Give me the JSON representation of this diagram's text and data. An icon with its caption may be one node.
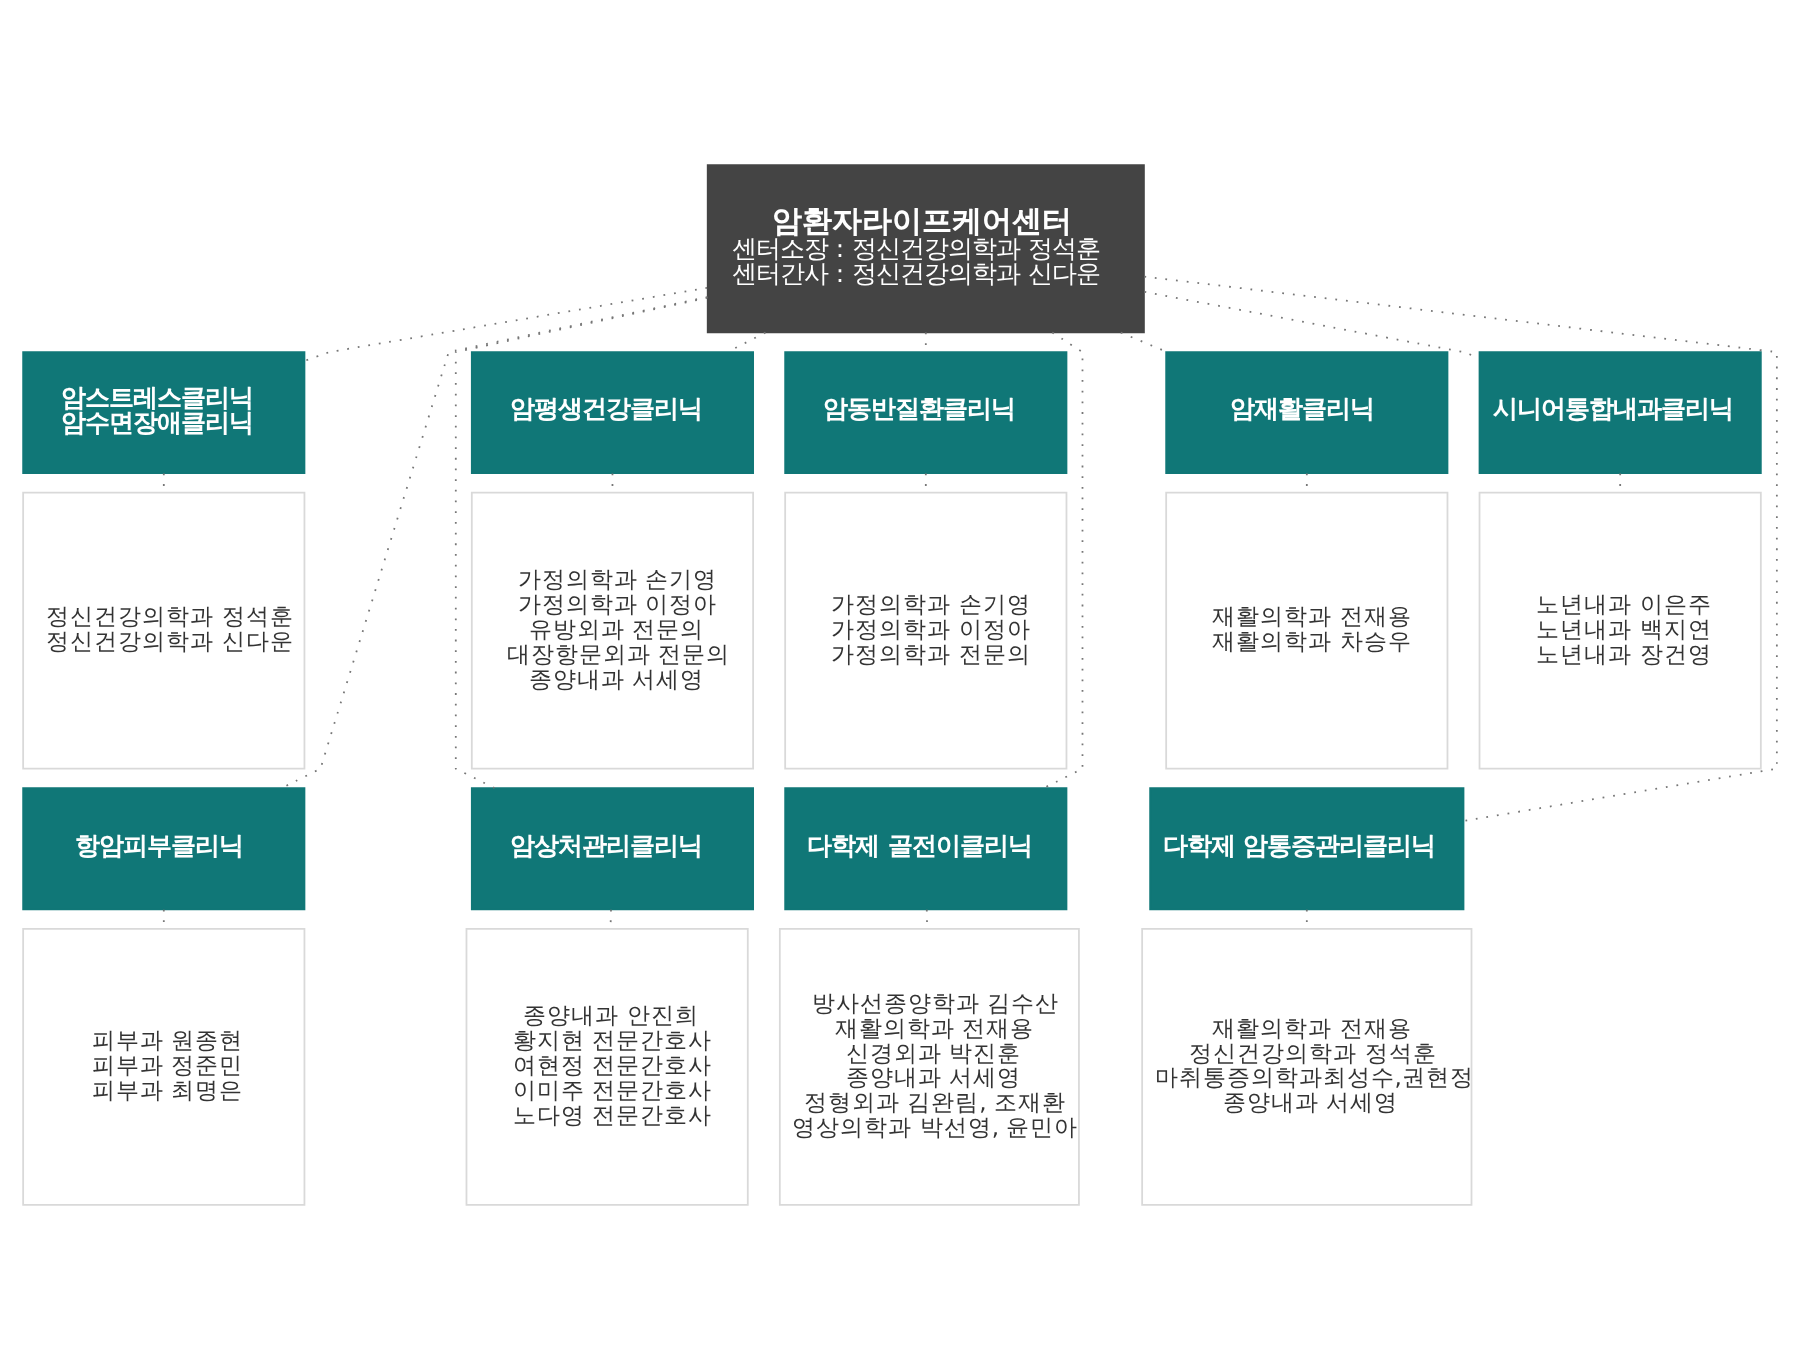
{
  "diagram": {
    "nodes": [
      {
        "text": [
          "암환자라이프케어센터",
          "센터소장 : 정신건강의학과 정석훈",
          "센터간사 : 정신건강의학과 신다운"
        ]
      },
      {
        "text": [
          "암스트레스클리닉",
          "암수면장애클리닉"
        ]
      },
      {
        "text": [
          "정신건강의학과 정석훈",
          "정신건강의학과 신다운"
        ]
      },
      {
        "text": [
          "암평생건강클리닉"
        ]
      },
      {
        "text": [
          "가정의학과 손기영",
          "가정의학과 이정아",
          "유방외과 전문의",
          "대장항문외과 전문의",
          "종양내과 서세영"
        ]
      },
      {
        "text": [
          "암동반질환클리닉"
        ]
      },
      {
        "text": [
          "가정의학과 손기영",
          "가정의학과 이정아",
          "가정의학과 전문의"
        ]
      },
      {
        "text": [
          "암재활클리닉"
        ]
      },
      {
        "text": [
          "재활의학과 전재용",
          "재활의학과 차승우"
        ]
      },
      {
        "text": [
          "시니어통합내과클리닉"
        ]
      },
      {
        "text": [
          "노년내과 이은주",
          "노년내과 백지연",
          "노년내과 장건영"
        ]
      },
      {
        "text": [
          "항암피부클리닉"
        ]
      },
      {
        "text": [
          "피부과 원종현",
          "피부과 정준민",
          "피부과 최명은"
        ]
      },
      {
        "text": [
          "암상처관리클리닉"
        ]
      },
      {
        "text": [
          "종양내과 안진희",
          "황지현 전문간호사",
          "여현정 전문간호사",
          "이미주 전문간호사",
          "노다영 전문간호사"
        ]
      },
      {
        "text": [
          "다학제 골전이클리닉"
        ]
      },
      {
        "text": [
          "방사선종양학과 김수산",
          "재활의학과 전재용",
          "신경외과 박진훈",
          "종양내과 서세영",
          "정형외과 김완림, 조재환",
          "영상의학과 박선영, 윤민아"
        ]
      },
      {
        "text": [
          "다학제 암통증관리클리닉"
        ]
      },
      {
        "text": [
          "재활의학과 전재용",
          "정신건강의학과 정석훈",
          "마취통증의학과최성수,권현정",
          "종양내과 서세영"
        ]
      }
    ],
    "edges": [
      {
        "from": 0,
        "to": 1,
        "arrow": "none"
      },
      {
        "from": 1,
        "to": 2,
        "arrow": "none"
      },
      {
        "from": 0,
        "to": 3,
        "arrow": "none"
      },
      {
        "from": 3,
        "to": 4,
        "arrow": "none"
      },
      {
        "from": 0,
        "to": 5,
        "arrow": "none"
      },
      {
        "from": 5,
        "to": 6,
        "arrow": "none"
      },
      {
        "from": 0,
        "to": 7,
        "arrow": "none"
      },
      {
        "from": 7,
        "to": 8,
        "arrow": "none"
      },
      {
        "from": 0,
        "to": 9,
        "arrow": "none"
      },
      {
        "from": 9,
        "to": 10,
        "arrow": "none"
      },
      {
        "from": 0,
        "to": 11,
        "arrow": "none"
      },
      {
        "from": 11,
        "to": 12,
        "arrow": "none"
      },
      {
        "from": 0,
        "to": 13,
        "arrow": "none"
      },
      {
        "from": 13,
        "to": 14,
        "arrow": "none"
      },
      {
        "from": 0,
        "to": 15,
        "arrow": "none"
      },
      {
        "from": 15,
        "to": 16,
        "arrow": "none"
      },
      {
        "from": 0,
        "to": 17,
        "arrow": "none"
      },
      {
        "from": 17,
        "to": 18,
        "arrow": "none"
      }
    ]
  }
}
